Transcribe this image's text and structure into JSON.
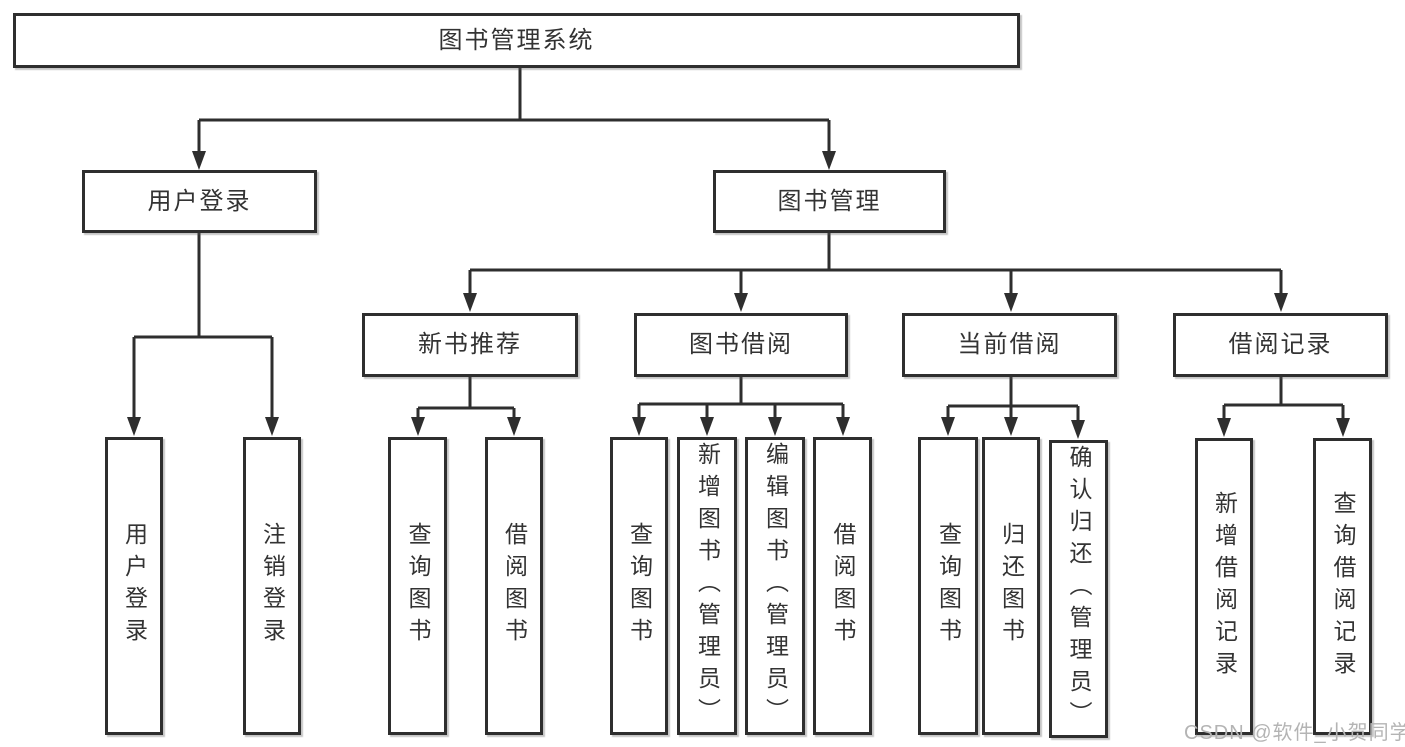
{
  "title": "图书管理系统",
  "colors": {
    "line": "#2e2e2e",
    "box_border": "#2e2e2e",
    "text": "#333333",
    "watermark": "#b4b4b4",
    "background": "#ffffff"
  },
  "tree": {
    "label": "图书管理系统",
    "children": [
      {
        "label": "用户登录",
        "children": [
          {
            "label": "用户登录"
          },
          {
            "label": "注销登录"
          }
        ]
      },
      {
        "label": "图书管理",
        "children": [
          {
            "label": "新书推荐",
            "children": [
              {
                "label": "查询图书"
              },
              {
                "label": "借阅图书"
              }
            ]
          },
          {
            "label": "图书借阅",
            "children": [
              {
                "label": "查询图书"
              },
              {
                "label": "新增图书（管理员）"
              },
              {
                "label": "编辑图书（管理员）"
              },
              {
                "label": "借阅图书"
              }
            ]
          },
          {
            "label": "当前借阅",
            "children": [
              {
                "label": "查询图书"
              },
              {
                "label": "归还图书"
              },
              {
                "label": "确认归还（管理员）"
              }
            ]
          },
          {
            "label": "借阅记录",
            "children": [
              {
                "label": "新增借阅记录"
              },
              {
                "label": "查询借阅记录"
              }
            ]
          }
        ]
      }
    ]
  },
  "watermark": {
    "text": "CSDN @软件_小贺同学"
  }
}
